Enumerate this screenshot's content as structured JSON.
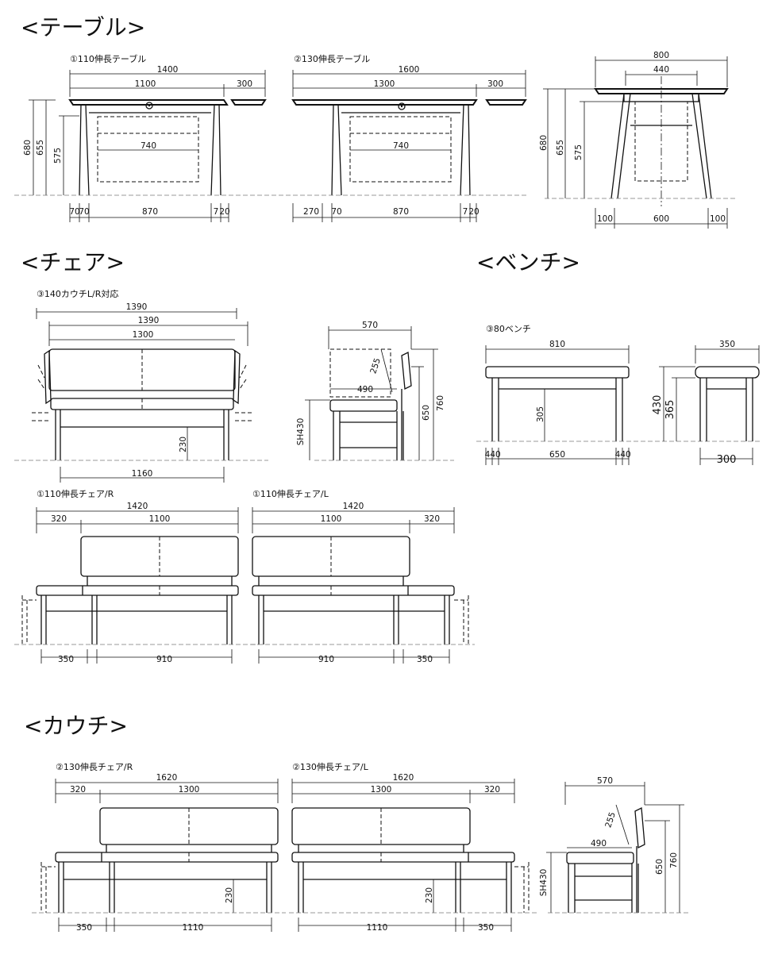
{
  "sections": {
    "table": "<テーブル>",
    "chair": "<チェア>",
    "bench": "<ベンチ>",
    "couch": "<カウチ>"
  },
  "captions": {
    "table_110": "①110伸長テーブル",
    "table_130": "②130伸長テーブル",
    "couch_140": "③140カウチL/R対応",
    "bench_80": "③80ベンチ",
    "chair_110_r": "①110伸長チェア/R",
    "chair_110_l": "①110伸長チェア/L",
    "chair_130_r": "②130伸長チェア/R",
    "chair_130_l": "②130伸長チェア/L"
  },
  "dims": {
    "t110": {
      "total": "1400",
      "top": "1100",
      "ext": "300",
      "inner": "740",
      "h1": "680",
      "h2": "655",
      "h3": "575",
      "b1": "70",
      "b2": "70",
      "b3": "870",
      "b4": "7",
      "b5": "20"
    },
    "t130": {
      "total": "1600",
      "top": "1300",
      "ext": "300",
      "inner": "740",
      "b0": "270",
      "b1": "70",
      "b3": "870",
      "b4": "7",
      "b5": "20"
    },
    "tside": {
      "total": "800",
      "inner": "440",
      "h1": "680",
      "h2": "655",
      "h3": "575",
      "b1": "100",
      "b2": "600",
      "b3": "100"
    },
    "c140": {
      "w1": "1390",
      "w2": "1390",
      "w3": "1300",
      "seat": "230",
      "base": "1160"
    },
    "cside1": {
      "depth": "570",
      "back": "255",
      "seat": "490",
      "sh": "SH430",
      "h1": "650",
      "h2": "760"
    },
    "bench": {
      "w": "810",
      "d": "350",
      "h1": "430",
      "h2": "365",
      "h3": "305",
      "b1": "4",
      "b2": "40",
      "b3": "650",
      "b4": "4",
      "b5": "40",
      "bd": "300"
    },
    "c110r": {
      "total": "1420",
      "a": "320",
      "b": "1100",
      "c": "350",
      "d": "910"
    },
    "c110l": {
      "total": "1420",
      "a": "1100",
      "b": "320",
      "c": "910",
      "d": "350"
    },
    "c130r": {
      "total": "1620",
      "a": "320",
      "b": "1300",
      "seat": "230",
      "c": "350",
      "d": "1110"
    },
    "c130l": {
      "total": "1620",
      "a": "1300",
      "b": "320",
      "seat": "230",
      "c": "1110",
      "d": "350"
    },
    "cside2": {
      "depth": "570",
      "back": "255",
      "seat": "490",
      "sh": "SH430",
      "h1": "650",
      "h2": "760"
    }
  }
}
